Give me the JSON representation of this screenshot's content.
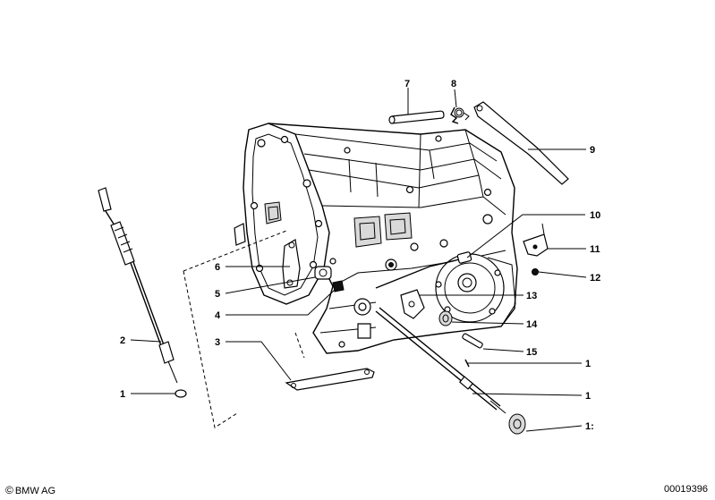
{
  "callouts": [
    {
      "id": "c7",
      "text": "7"
    },
    {
      "id": "c8",
      "text": "8"
    },
    {
      "id": "c9",
      "text": "9"
    },
    {
      "id": "c10",
      "text": "10"
    },
    {
      "id": "c11",
      "text": "11"
    },
    {
      "id": "c12",
      "text": "12"
    },
    {
      "id": "c13",
      "text": "13"
    },
    {
      "id": "c14",
      "text": "14"
    },
    {
      "id": "c15",
      "text": "15"
    },
    {
      "id": "c16",
      "text": "1"
    },
    {
      "id": "c17",
      "text": "1"
    },
    {
      "id": "c18",
      "text": "1:"
    },
    {
      "id": "c6",
      "text": "6"
    },
    {
      "id": "c5",
      "text": "5"
    },
    {
      "id": "c4",
      "text": "4"
    },
    {
      "id": "c3",
      "text": "3"
    },
    {
      "id": "c2",
      "text": "2"
    },
    {
      "id": "c1",
      "text": "1"
    }
  ],
  "footer": {
    "copyright_symbol": "©",
    "copyright_text": "BMW AG",
    "diagram_id": "00019396"
  }
}
